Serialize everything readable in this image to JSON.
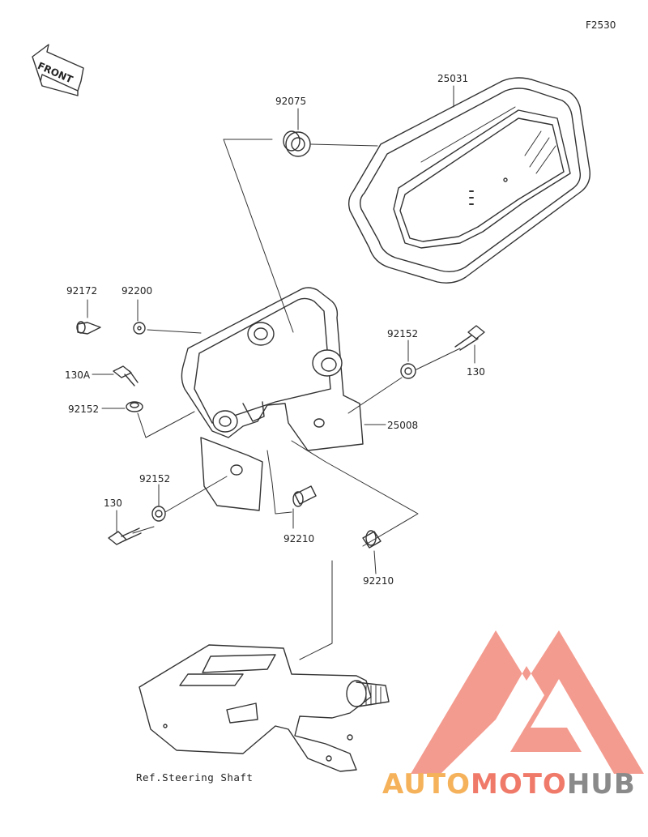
{
  "figure_code": "F2530",
  "front_marker": "FRONT",
  "reference_label": "Ref.Steering Shaft",
  "parts": [
    {
      "id": "p25031",
      "number": "25031"
    },
    {
      "id": "p92075",
      "number": "92075"
    },
    {
      "id": "p92172",
      "number": "92172"
    },
    {
      "id": "p92200",
      "number": "92200"
    },
    {
      "id": "p130A",
      "number": "130A"
    },
    {
      "id": "p92152a",
      "number": "92152"
    },
    {
      "id": "p92152b",
      "number": "92152"
    },
    {
      "id": "p92152c",
      "number": "92152"
    },
    {
      "id": "p130a",
      "number": "130"
    },
    {
      "id": "p130b",
      "number": "130"
    },
    {
      "id": "p25008",
      "number": "25008"
    },
    {
      "id": "p92210a",
      "number": "92210"
    },
    {
      "id": "p92210b",
      "number": "92210"
    }
  ],
  "watermark": {
    "part1": "AUTO",
    "part2": "MOTO",
    "part3": "HUB",
    "colors": {
      "part1": "#f5b25a",
      "part2": "#f07a6a",
      "part3": "#8a8a8a",
      "logo": "#f07a6a"
    }
  }
}
